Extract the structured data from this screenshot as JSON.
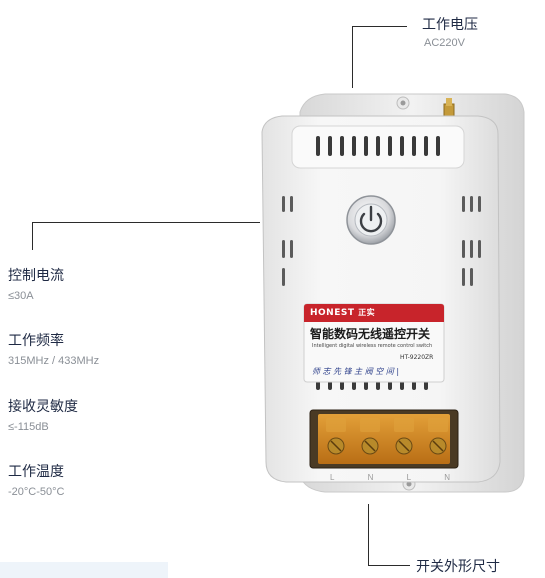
{
  "callouts": {
    "voltage": {
      "title": "工作电压",
      "value": "AC220V"
    },
    "current": {
      "title": "控制电流",
      "value": "≤30A"
    },
    "frequency": {
      "title": "工作频率",
      "value": "315MHz / 433MHz"
    },
    "sensitivity": {
      "title": "接收灵敏度",
      "value": "≤-115dB"
    },
    "temperature": {
      "title": "工作温度",
      "value": "-20°C-50°C"
    },
    "dimensions": {
      "title": "开关外形尺寸"
    }
  },
  "device": {
    "brand": "HONEST",
    "brand_cn": "正实",
    "product_title": "智能数码无线遥控开关",
    "product_subtitle": "Intelligent digital wireless remote control switch",
    "model": "HT-9220ZR",
    "handwritten_note": "师 志 先 锋 主 阀 空 间 |",
    "terminal_labels": [
      "L",
      "N",
      "L",
      "N"
    ]
  },
  "colors": {
    "brand_red": "#c8242b",
    "terminal_amber": "#d98b1f",
    "body_white": "#f4f4f4"
  }
}
